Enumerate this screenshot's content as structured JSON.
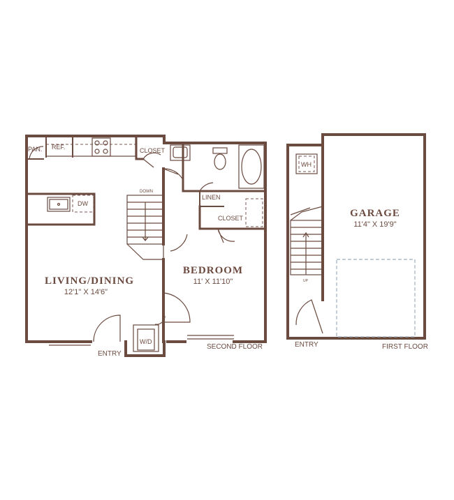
{
  "rooms": {
    "living": {
      "name": "LIVING/DINING",
      "size": "12'1\" X 14'6\""
    },
    "bedroom": {
      "name": "BEDROOM",
      "size": "11' X 11'10\""
    },
    "garage": {
      "name": "GARAGE",
      "size": "11'4\" X 19'9\""
    }
  },
  "labels": {
    "pantry": "PAN.",
    "fridge": "REF.",
    "closet_kitchen": "CLOSET",
    "closet_bedroom": "CLOSET",
    "linen": "LINEN",
    "dishwasher": "DW",
    "washer_dryer": "W/D",
    "water_heater": "WH",
    "stairs_down": "DOWN",
    "stairs_up": "UP",
    "entry_second": "ENTRY",
    "entry_first": "ENTRY",
    "second_floor": "SECOND FLOOR",
    "first_floor": "FIRST FLOOR"
  },
  "colors": {
    "wall": "#6b4a3f",
    "garage_door": "#9bb0c4"
  }
}
